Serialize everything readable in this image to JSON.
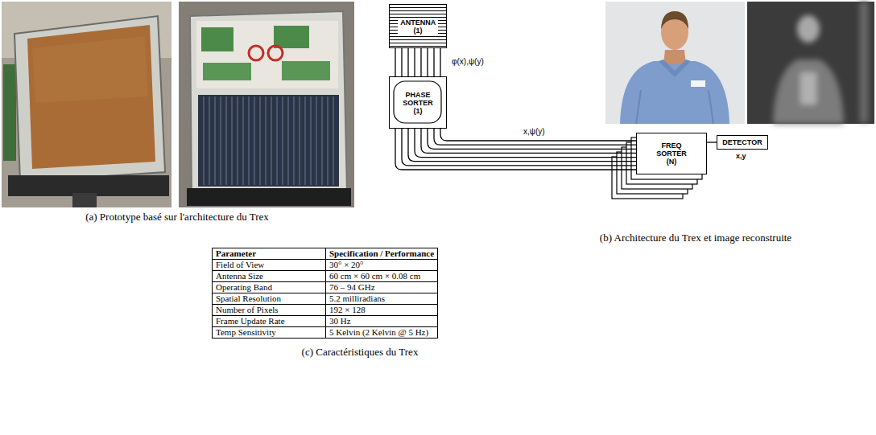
{
  "diagram": {
    "nodes": [
      {
        "text": [
          "ANTENNA (1)"
        ]
      },
      {
        "text": [
          "PHASE SORTER (1)"
        ]
      },
      {
        "text": [
          "FREQ SORTER (N)"
        ]
      },
      {
        "text": [
          "DETECTOR"
        ]
      }
    ],
    "edges": [
      {
        "from": 0,
        "to": 1,
        "arrow": "none",
        "label": "φ(x),ψ(y)"
      },
      {
        "from": 1,
        "to": 2,
        "arrow": "none",
        "label": "x,ψ(y)"
      },
      {
        "from": 2,
        "to": 3,
        "arrow": "none"
      }
    ],
    "labels": [
      "(a) Prototype basé sur l'architecture du Trex",
      "(b) Architecture du Trex et image reconstruite",
      "x,y",
      "Parameter",
      "Specification / Performance",
      "Field of View",
      "30° × 20°",
      "Antenna Size",
      "60 cm × 60 cm × 0.08 cm",
      "Operating Band",
      "76 – 94 GHz",
      "Spatial Resolution",
      "5.2 milliradians",
      "Number of Pixels",
      "192 × 128",
      "Frame Update Rate",
      "30 Hz",
      "Temp Sensitivity",
      "5 Kelvin (2 Kelvin @ 5 Hz)",
      "(c) Caractéristiques du Trex"
    ]
  }
}
